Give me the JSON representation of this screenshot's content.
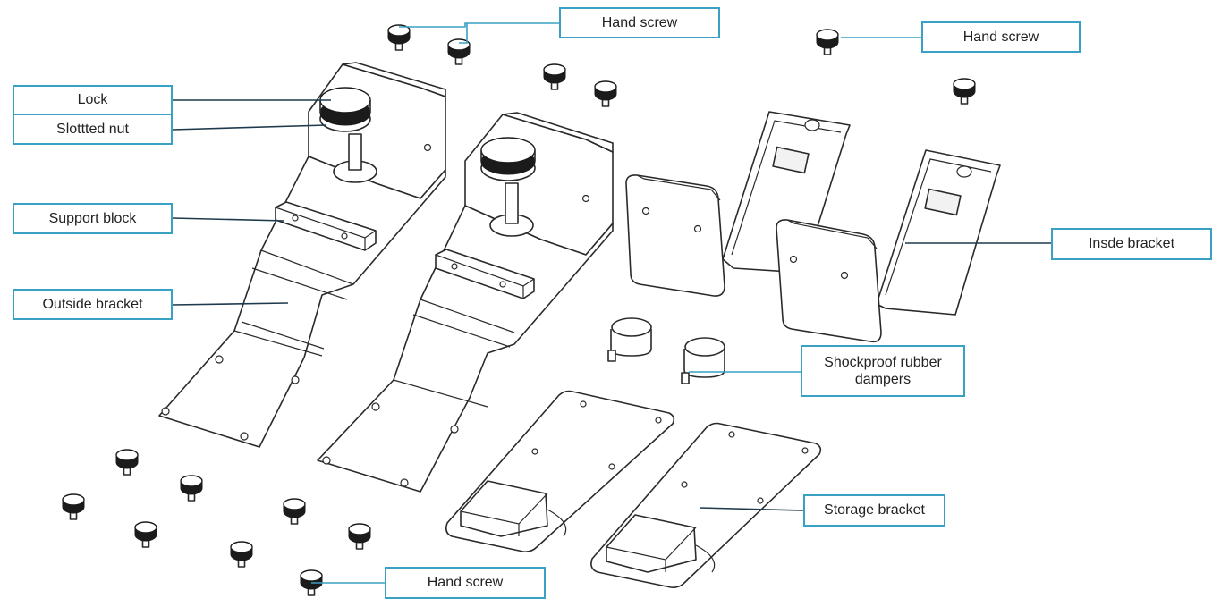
{
  "labels": {
    "hand_screw_top": "Hand screw",
    "hand_screw_right": "Hand screw",
    "lock": "Lock",
    "slotted_nut": "Slottted nut",
    "support_block": "Support block",
    "outside_bracket": "Outside bracket",
    "inside_bracket": "Insde bracket",
    "shockproof_dampers": "Shockproof rubber\ndampers",
    "storage_bracket": "Storage bracket",
    "hand_screw_bottom": "Hand screw"
  },
  "colors": {
    "label_border": "#3aa0c4",
    "leader_line": "#1f3a4d",
    "part_outline": "#2a2a2a",
    "knurl_fill": "#1b1b1b"
  }
}
